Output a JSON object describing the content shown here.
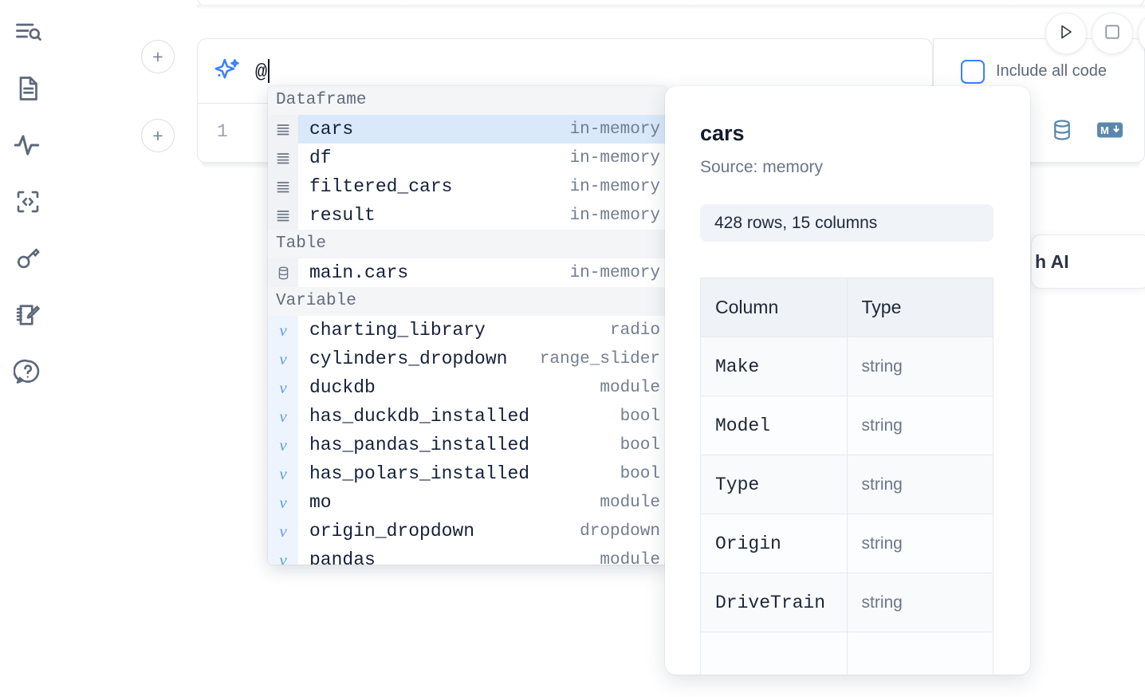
{
  "sidebar": {
    "items": [
      {
        "name": "explore-notebook-icon",
        "label": "Explore"
      },
      {
        "name": "file-document-icon",
        "label": "Files"
      },
      {
        "name": "activity-pulse-icon",
        "label": "Activity"
      },
      {
        "name": "code-brackets-icon",
        "label": "Snippets"
      },
      {
        "name": "key-secrets-icon",
        "label": "Secrets"
      },
      {
        "name": "notebook-pencil-icon",
        "label": "Scratchpad"
      },
      {
        "name": "help-question-icon",
        "label": "Help"
      }
    ]
  },
  "prompt": {
    "icon": "sparkle-icon",
    "value": "@",
    "add_button_label": "+"
  },
  "toolbar": {
    "include_all_code_label": "Include all code",
    "include_all_code_checked": false,
    "run_icon": "play-triangle-icon",
    "stop_icon": "stop-square-icon"
  },
  "code_cell": {
    "line_number": "1",
    "icons": [
      {
        "name": "database-icon",
        "label": "SQL"
      },
      {
        "name": "markdown-icon",
        "label": "M↓"
      }
    ]
  },
  "ai_card": {
    "text": "h AI"
  },
  "autocomplete": {
    "sections": [
      {
        "title": "Dataframe",
        "items": [
          {
            "icon": "dataframe-icon",
            "name": "cars",
            "type": "in-memory",
            "selected": true
          },
          {
            "icon": "dataframe-icon",
            "name": "df",
            "type": "in-memory",
            "selected": false
          },
          {
            "icon": "dataframe-icon",
            "name": "filtered_cars",
            "type": "in-memory",
            "selected": false
          },
          {
            "icon": "dataframe-icon",
            "name": "result",
            "type": "in-memory",
            "selected": false
          }
        ]
      },
      {
        "title": "Table",
        "items": [
          {
            "icon": "table-database-icon",
            "name": "main.cars",
            "type": "in-memory",
            "selected": false
          }
        ]
      },
      {
        "title": "Variable",
        "items": [
          {
            "icon": "variable-icon",
            "name": "charting_library",
            "type": "radio",
            "selected": false
          },
          {
            "icon": "variable-icon",
            "name": "cylinders_dropdown",
            "type": "range_slider",
            "selected": false
          },
          {
            "icon": "variable-icon",
            "name": "duckdb",
            "type": "module",
            "selected": false
          },
          {
            "icon": "variable-icon",
            "name": "has_duckdb_installed",
            "type": "bool",
            "selected": false
          },
          {
            "icon": "variable-icon",
            "name": "has_pandas_installed",
            "type": "bool",
            "selected": false
          },
          {
            "icon": "variable-icon",
            "name": "has_polars_installed",
            "type": "bool",
            "selected": false
          },
          {
            "icon": "variable-icon",
            "name": "mo",
            "type": "module",
            "selected": false
          },
          {
            "icon": "variable-icon",
            "name": "origin_dropdown",
            "type": "dropdown",
            "selected": false
          },
          {
            "icon": "variable-icon",
            "name": "pandas",
            "type": "module",
            "selected": false
          }
        ]
      }
    ]
  },
  "dataset_preview": {
    "title": "cars",
    "source": "Source: memory",
    "shape": "428 rows, 15 columns",
    "columns_header": "Column",
    "type_header": "Type",
    "rows": [
      {
        "column": "Make",
        "type": "string"
      },
      {
        "column": "Model",
        "type": "string"
      },
      {
        "column": "Type",
        "type": "string"
      },
      {
        "column": "Origin",
        "type": "string"
      },
      {
        "column": "DriveTrain",
        "type": "string"
      },
      {
        "column": "",
        "type": ""
      }
    ]
  },
  "colors": {
    "accent_blue": "#3b82f6",
    "selected_row": "#d9e8fb",
    "section_bg": "#f4f5f7",
    "icon_gray": "#5d6879",
    "text_dark": "#15203a"
  }
}
